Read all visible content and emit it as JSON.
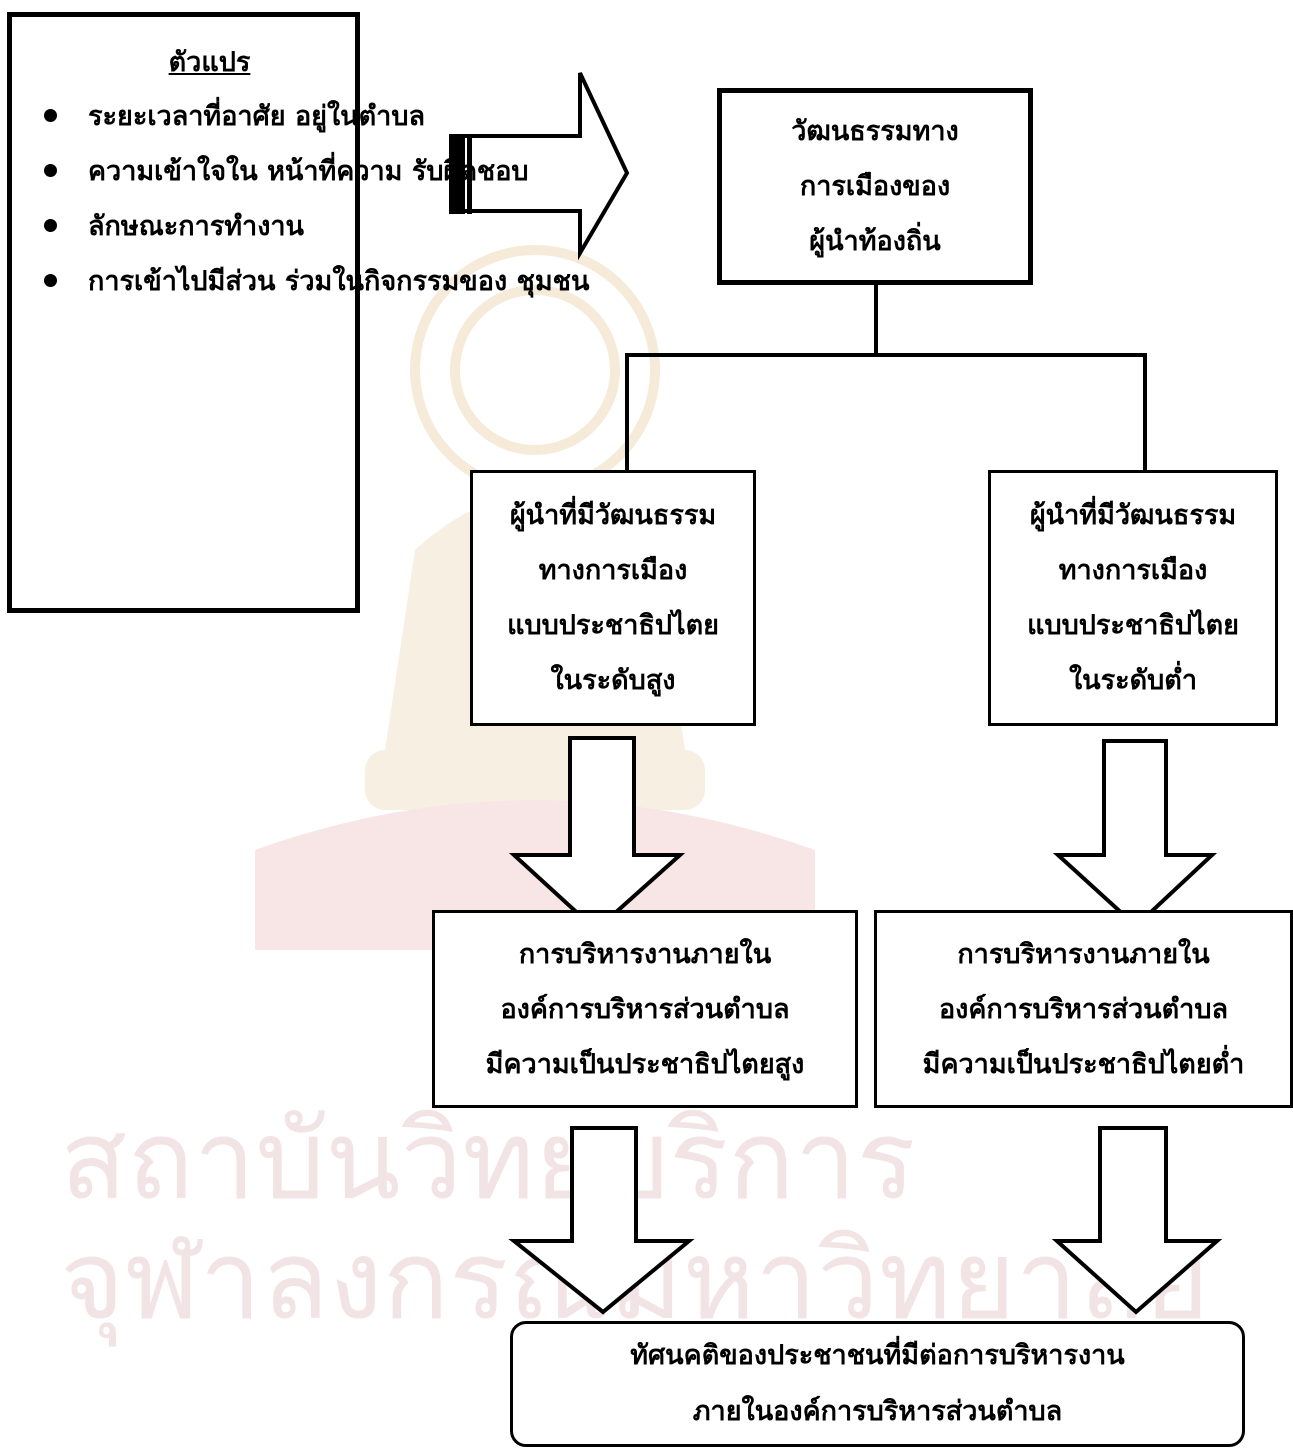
{
  "variables": {
    "title": "ตัวแปร",
    "items": [
      "ระยะเวลาที่อาศัย\nอยู่ในตำบล",
      "ความเข้าใจใน\nหน้าที่ความ\nรับผิดชอบ",
      "ลักษณะการทำงาน",
      "การเข้าไปมีส่วน\nร่วมในกิจกรรมของ\nชุมชน"
    ]
  },
  "top_box": {
    "lines": [
      "วัฒนธรรมทาง",
      "การเมืองของ",
      "ผู้นำท้องถิ่น"
    ]
  },
  "left_leader": {
    "lines": [
      "ผู้นำที่มีวัฒนธรรม",
      "ทางการเมือง",
      "แบบประชาธิปไตย",
      "ในระดับสูง"
    ]
  },
  "right_leader": {
    "lines": [
      "ผู้นำที่มีวัฒนธรรม",
      "ทางการเมือง",
      "แบบประชาธิปไตย",
      "ในระดับต่ำ"
    ]
  },
  "left_admin": {
    "lines": [
      "การบริหารงานภายใน",
      "องค์การบริหารส่วนตำบล",
      "มีความเป็นประชาธิปไตยสูง"
    ]
  },
  "right_admin": {
    "lines": [
      "การบริหารงานภายใน",
      "องค์การบริหารส่วนตำบล",
      "มีความเป็นประชาธิปไตยต่ำ"
    ]
  },
  "attitude_box": {
    "lines": [
      "ทัศนคติของประชาชนที่มีต่อการบริหารงาน",
      "ภายในองค์การบริหารส่วนตำบล"
    ]
  },
  "watermark": {
    "line1": "สถาบันวิทยบริการ",
    "line2": "จุฬาลงกรณ์มหาวิทยาลัย"
  }
}
